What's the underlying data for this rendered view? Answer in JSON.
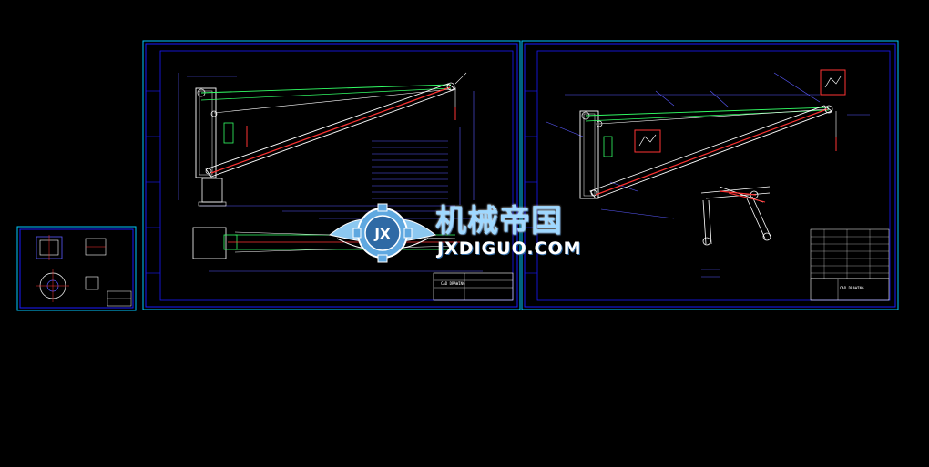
{
  "colors": {
    "background": "#000000",
    "sheet_frame": "#1a1aff",
    "viewport_frame": "#00c8ff",
    "boom_white": "#ffffff",
    "cable_green": "#33ff66",
    "boom_red": "#ff3333",
    "dimension": "#5a5aff",
    "watermark_blue": "#9fd8ff"
  },
  "watermark": {
    "logo_letters": "JX",
    "title": "机械帝国",
    "subtitle": "JXDIGUO.COM"
  },
  "sheets": [
    {
      "name": "detail-sheet"
    },
    {
      "name": "crane-assembly-sheet"
    },
    {
      "name": "crane-installation-sheet"
    }
  ],
  "title_blocks": {
    "sheet_a": "CAD DRAWING",
    "sheet_b": "CAD DRAWING"
  }
}
